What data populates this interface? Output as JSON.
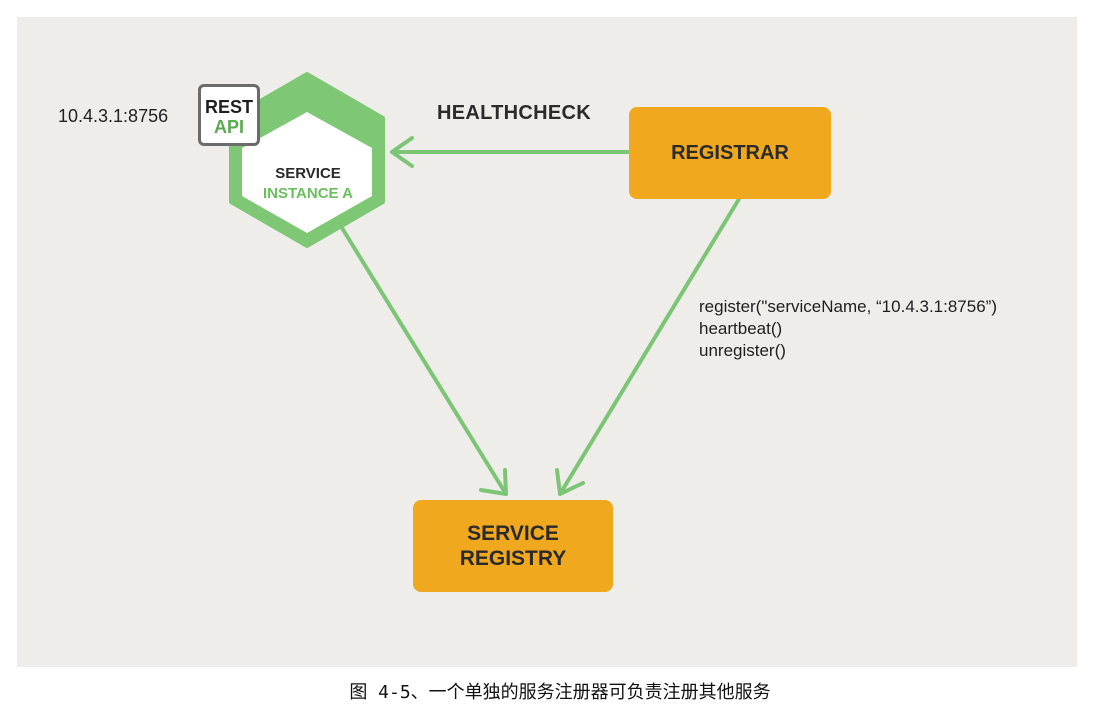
{
  "ip_address": "10.4.3.1:8756",
  "rest_api": {
    "line1": "REST",
    "line2": "API"
  },
  "service_instance": {
    "line1": "SERVICE",
    "line2": "INSTANCE A"
  },
  "healthcheck_label": "HEALTHCHECK",
  "registrar_label": "REGISTRAR",
  "service_registry": {
    "line1": "SERVICE",
    "line2": "REGISTRY"
  },
  "api_calls": [
    "register(\"serviceName, “10.4.3.1:8756”)",
    "heartbeat()",
    "unregister()"
  ],
  "caption": "图 4-5、一个单独的服务注册器可负责注册其他服务",
  "colors": {
    "background": "#efedea",
    "arrow_green": "#7cc576",
    "hex_green": "#7dc775",
    "box_orange": "#f0a81f",
    "api_green": "#5aaa4f"
  }
}
